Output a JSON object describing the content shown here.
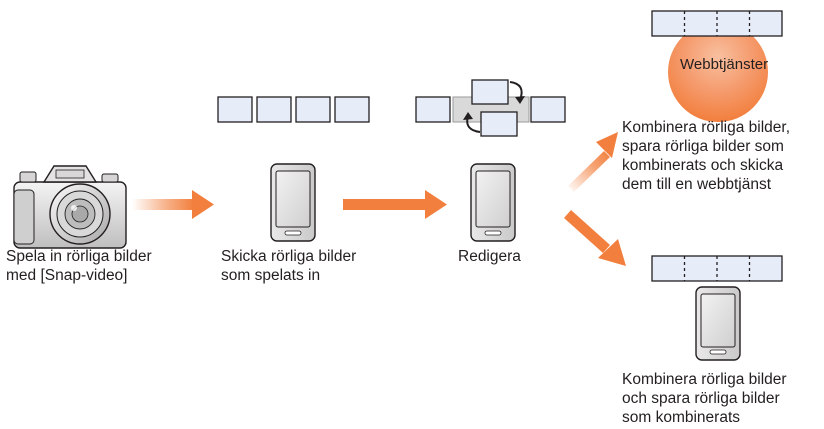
{
  "steps": [
    {
      "id": "record",
      "lines": [
        "Spela in rörliga bilder",
        "med [Snap-video]"
      ]
    },
    {
      "id": "send",
      "lines": [
        "Skicka rörliga bilder",
        "som spelats in"
      ]
    },
    {
      "id": "edit",
      "lines": [
        "Redigera"
      ]
    },
    {
      "id": "web",
      "lines": [
        "Kombinera rörliga bilder,",
        "spara rörliga bilder som",
        "kombinerats och skicka",
        "dem till en webbtjänst"
      ]
    },
    {
      "id": "save",
      "lines": [
        "Kombinera rörliga bilder",
        "och spara rörliga bilder",
        "som kombinerats"
      ]
    }
  ],
  "web_service_label": "Webbtjänster",
  "colors": {
    "arrow": "#f27f3d",
    "frame_fill": "#e6ecf8",
    "frame_stroke": "#231f20",
    "web_glow": "#f59a6c"
  }
}
